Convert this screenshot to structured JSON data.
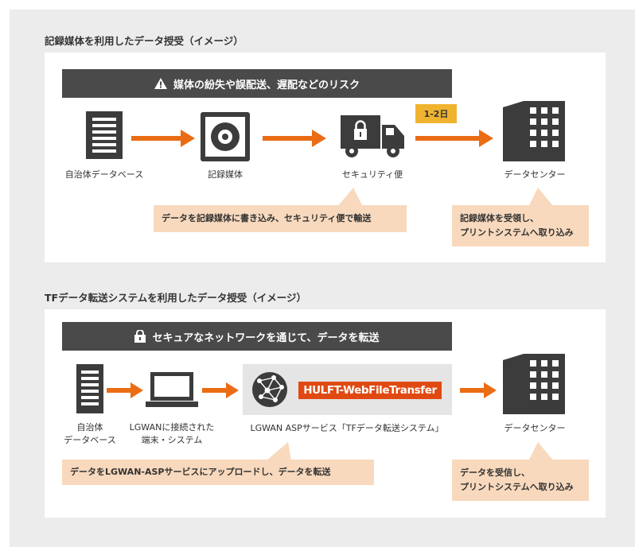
{
  "colors": {
    "accent": "#ea6c14",
    "banner": "#4a4a4a",
    "callout": "#f8d9bd",
    "badge": "#f0b330",
    "icon": "#3c3c3c",
    "hulft": "#e04a12"
  },
  "section1": {
    "title": "記録媒体を利用したデータ授受（イメージ）",
    "banner": "媒体の紛失や誤配送、遅配などのリスク",
    "nodes": {
      "database": "自治体データベース",
      "media": "記録媒体",
      "security": "セキュリティ便",
      "datacenter": "データセンター"
    },
    "badge": "1-2日",
    "callout_left": "データを記録媒体に書き込み、セキュリティ便で輸送",
    "callout_right": [
      "記録媒体を受領し、",
      "プリントシステムへ取り込み"
    ]
  },
  "section2": {
    "title": "TFデータ転送システムを利用したデータ授受（イメージ）",
    "banner": "セキュアなネットワークを通じて、データを転送",
    "nodes": {
      "database": [
        "自治体",
        "データベース"
      ],
      "terminal": [
        "LGWANに接続された",
        "端末・システム"
      ],
      "service": "LGWAN ASPサービス「TFデータ転送システム」",
      "datacenter": "データセンター"
    },
    "logo_text": "HULFT-WebFileTransfer",
    "callout_left": "データをLGWAN-ASPサービスにアップロードし、データを転送",
    "callout_right": [
      "データを受信し、",
      "プリントシステムへ取り込み"
    ]
  }
}
